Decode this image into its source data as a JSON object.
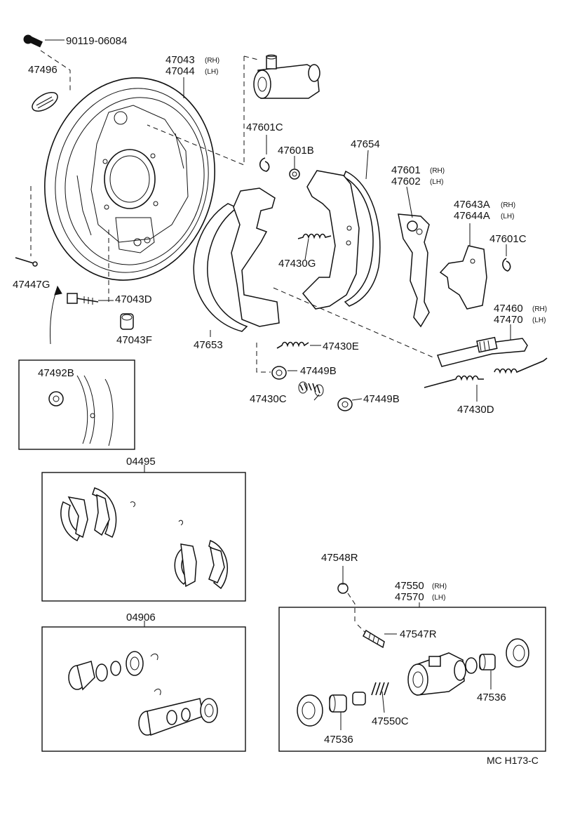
{
  "diagram": {
    "ref_code": "MC H173-C",
    "labels": [
      {
        "id": "bolt",
        "text": "90119-06084"
      },
      {
        "id": "plug",
        "text": "47496"
      },
      {
        "id": "backplate_rh",
        "text": "47043",
        "sub": "(RH)"
      },
      {
        "id": "backplate_lh",
        "text": "47044",
        "sub": "(LH)"
      },
      {
        "id": "clip_c_top",
        "text": "47601C"
      },
      {
        "id": "clip_b",
        "text": "47601B"
      },
      {
        "id": "shoe_654",
        "text": "47654"
      },
      {
        "id": "lever_rh",
        "text": "47601",
        "sub": "(RH)"
      },
      {
        "id": "lever_lh",
        "text": "47602",
        "sub": "(LH)"
      },
      {
        "id": "adj_rh",
        "text": "47643A",
        "sub": "(RH)"
      },
      {
        "id": "adj_lh",
        "text": "47644A",
        "sub": "(LH)"
      },
      {
        "id": "clip_c_right",
        "text": "47601C"
      },
      {
        "id": "spring_g",
        "text": "47430G"
      },
      {
        "id": "bolt_g",
        "text": "47447G"
      },
      {
        "id": "stud_d",
        "text": "47043D"
      },
      {
        "id": "nut_f",
        "text": "47043F"
      },
      {
        "id": "shoe_653",
        "text": "47653"
      },
      {
        "id": "spring_e",
        "text": "47430E"
      },
      {
        "id": "strut_rh",
        "text": "47460",
        "sub": "(RH)"
      },
      {
        "id": "strut_lh",
        "text": "47470",
        "sub": "(LH)"
      },
      {
        "id": "plug_b",
        "text": "47492B"
      },
      {
        "id": "retainer_1",
        "text": "47449B"
      },
      {
        "id": "spring_c",
        "text": "47430C"
      },
      {
        "id": "retainer_2",
        "text": "47449B"
      },
      {
        "id": "spring_d",
        "text": "47430D"
      },
      {
        "id": "kit_shoe",
        "text": "04495"
      },
      {
        "id": "kit_cyl",
        "text": "04906"
      },
      {
        "id": "bleeder_cap",
        "text": "47548R"
      },
      {
        "id": "cyl_rh",
        "text": "47550",
        "sub": "(RH)"
      },
      {
        "id": "cyl_lh",
        "text": "47570",
        "sub": "(LH)"
      },
      {
        "id": "bleeder",
        "text": "47547R"
      },
      {
        "id": "cup_right",
        "text": "47536"
      },
      {
        "id": "spring_550c",
        "text": "47550C"
      },
      {
        "id": "cup_left",
        "text": "47536"
      }
    ]
  }
}
